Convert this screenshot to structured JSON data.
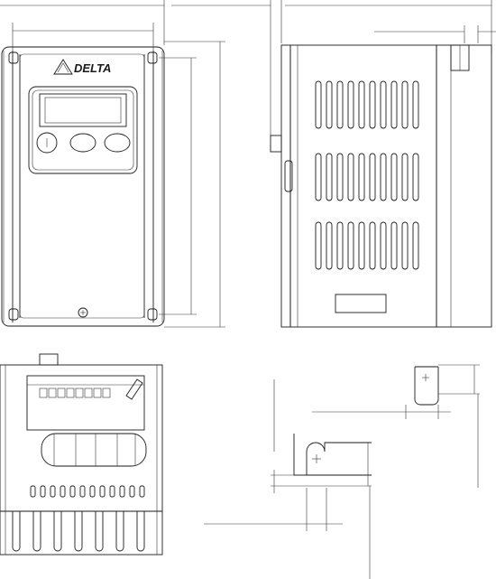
{
  "drawing": {
    "brand": {
      "text": "DELTA",
      "logo_icon": "delta-triangle-icon"
    },
    "views": {
      "front": "front-view",
      "side": "side-view",
      "bottom": "bottom-view",
      "mount_detail": "mounting-slot-detail"
    },
    "colors": {
      "line": "#1a1a1a",
      "background": "#ffffff"
    }
  }
}
